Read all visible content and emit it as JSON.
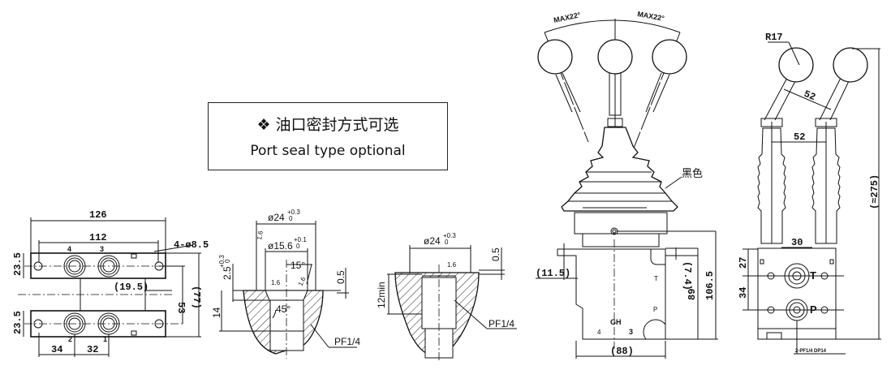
{
  "note": {
    "bullet": "❖",
    "chinese": "油口密封方式可选",
    "english": "Port seal type optional"
  },
  "plate_view": {
    "dim_width_outer": "126",
    "dim_width_holes": "112",
    "hole_spec": "4-ø8.5",
    "dim_height_top": "23.5",
    "dim_height_bottom": "23.5",
    "dim_offset": "(19.5)",
    "dim_hole_spacing": "53",
    "dim_total_height": "(77)",
    "dim_34": "34",
    "dim_32": "32",
    "port_labels": [
      "4",
      "3",
      "2",
      "1"
    ]
  },
  "section_a": {
    "dia_outer": "ø24",
    "dia_outer_tol_upper": "+0.3",
    "dia_outer_tol_lower": "0",
    "dia_inner": "ø15.6",
    "dia_inner_tol_upper": "+0.1",
    "dia_inner_tol_lower": "0",
    "roughness": "1.6",
    "angle_15": "15°",
    "depth": "2.5",
    "depth_tol_upper": "+0.3",
    "depth_tol_lower": "0",
    "dim_05": "0.5",
    "dim_14": "14",
    "angle_45": "45°",
    "thread": "PF1/4"
  },
  "section_b": {
    "dia_outer": "ø24",
    "dia_outer_tol_upper": "+0.3",
    "dia_outer_tol_lower": "0",
    "roughness": "1.6",
    "dim_05": "0.5",
    "dim_12min": "12min",
    "thread": "PF1/4"
  },
  "front_view": {
    "max_left": "MAX22°",
    "max_right": "MAX22°",
    "color_note": "黑色",
    "dim_11_5": "(11.5)",
    "dim_7_4": "(7.4)",
    "dim_89": "89",
    "dim_106_5": "106.5",
    "dim_88": "(88)",
    "port_T": "T",
    "port_P": "P",
    "port_GH": "GH",
    "port_4": "4",
    "port_3": "3"
  },
  "side_view": {
    "radius": "R17",
    "dim_52_top": "52",
    "dim_52_bottom": "52",
    "dim_275": "(≈275)",
    "dim_30": "30",
    "dim_27": "27",
    "dim_34": "34",
    "port_T": "T",
    "port_P": "P",
    "port_spec": "2-PF1/4 DP14"
  }
}
